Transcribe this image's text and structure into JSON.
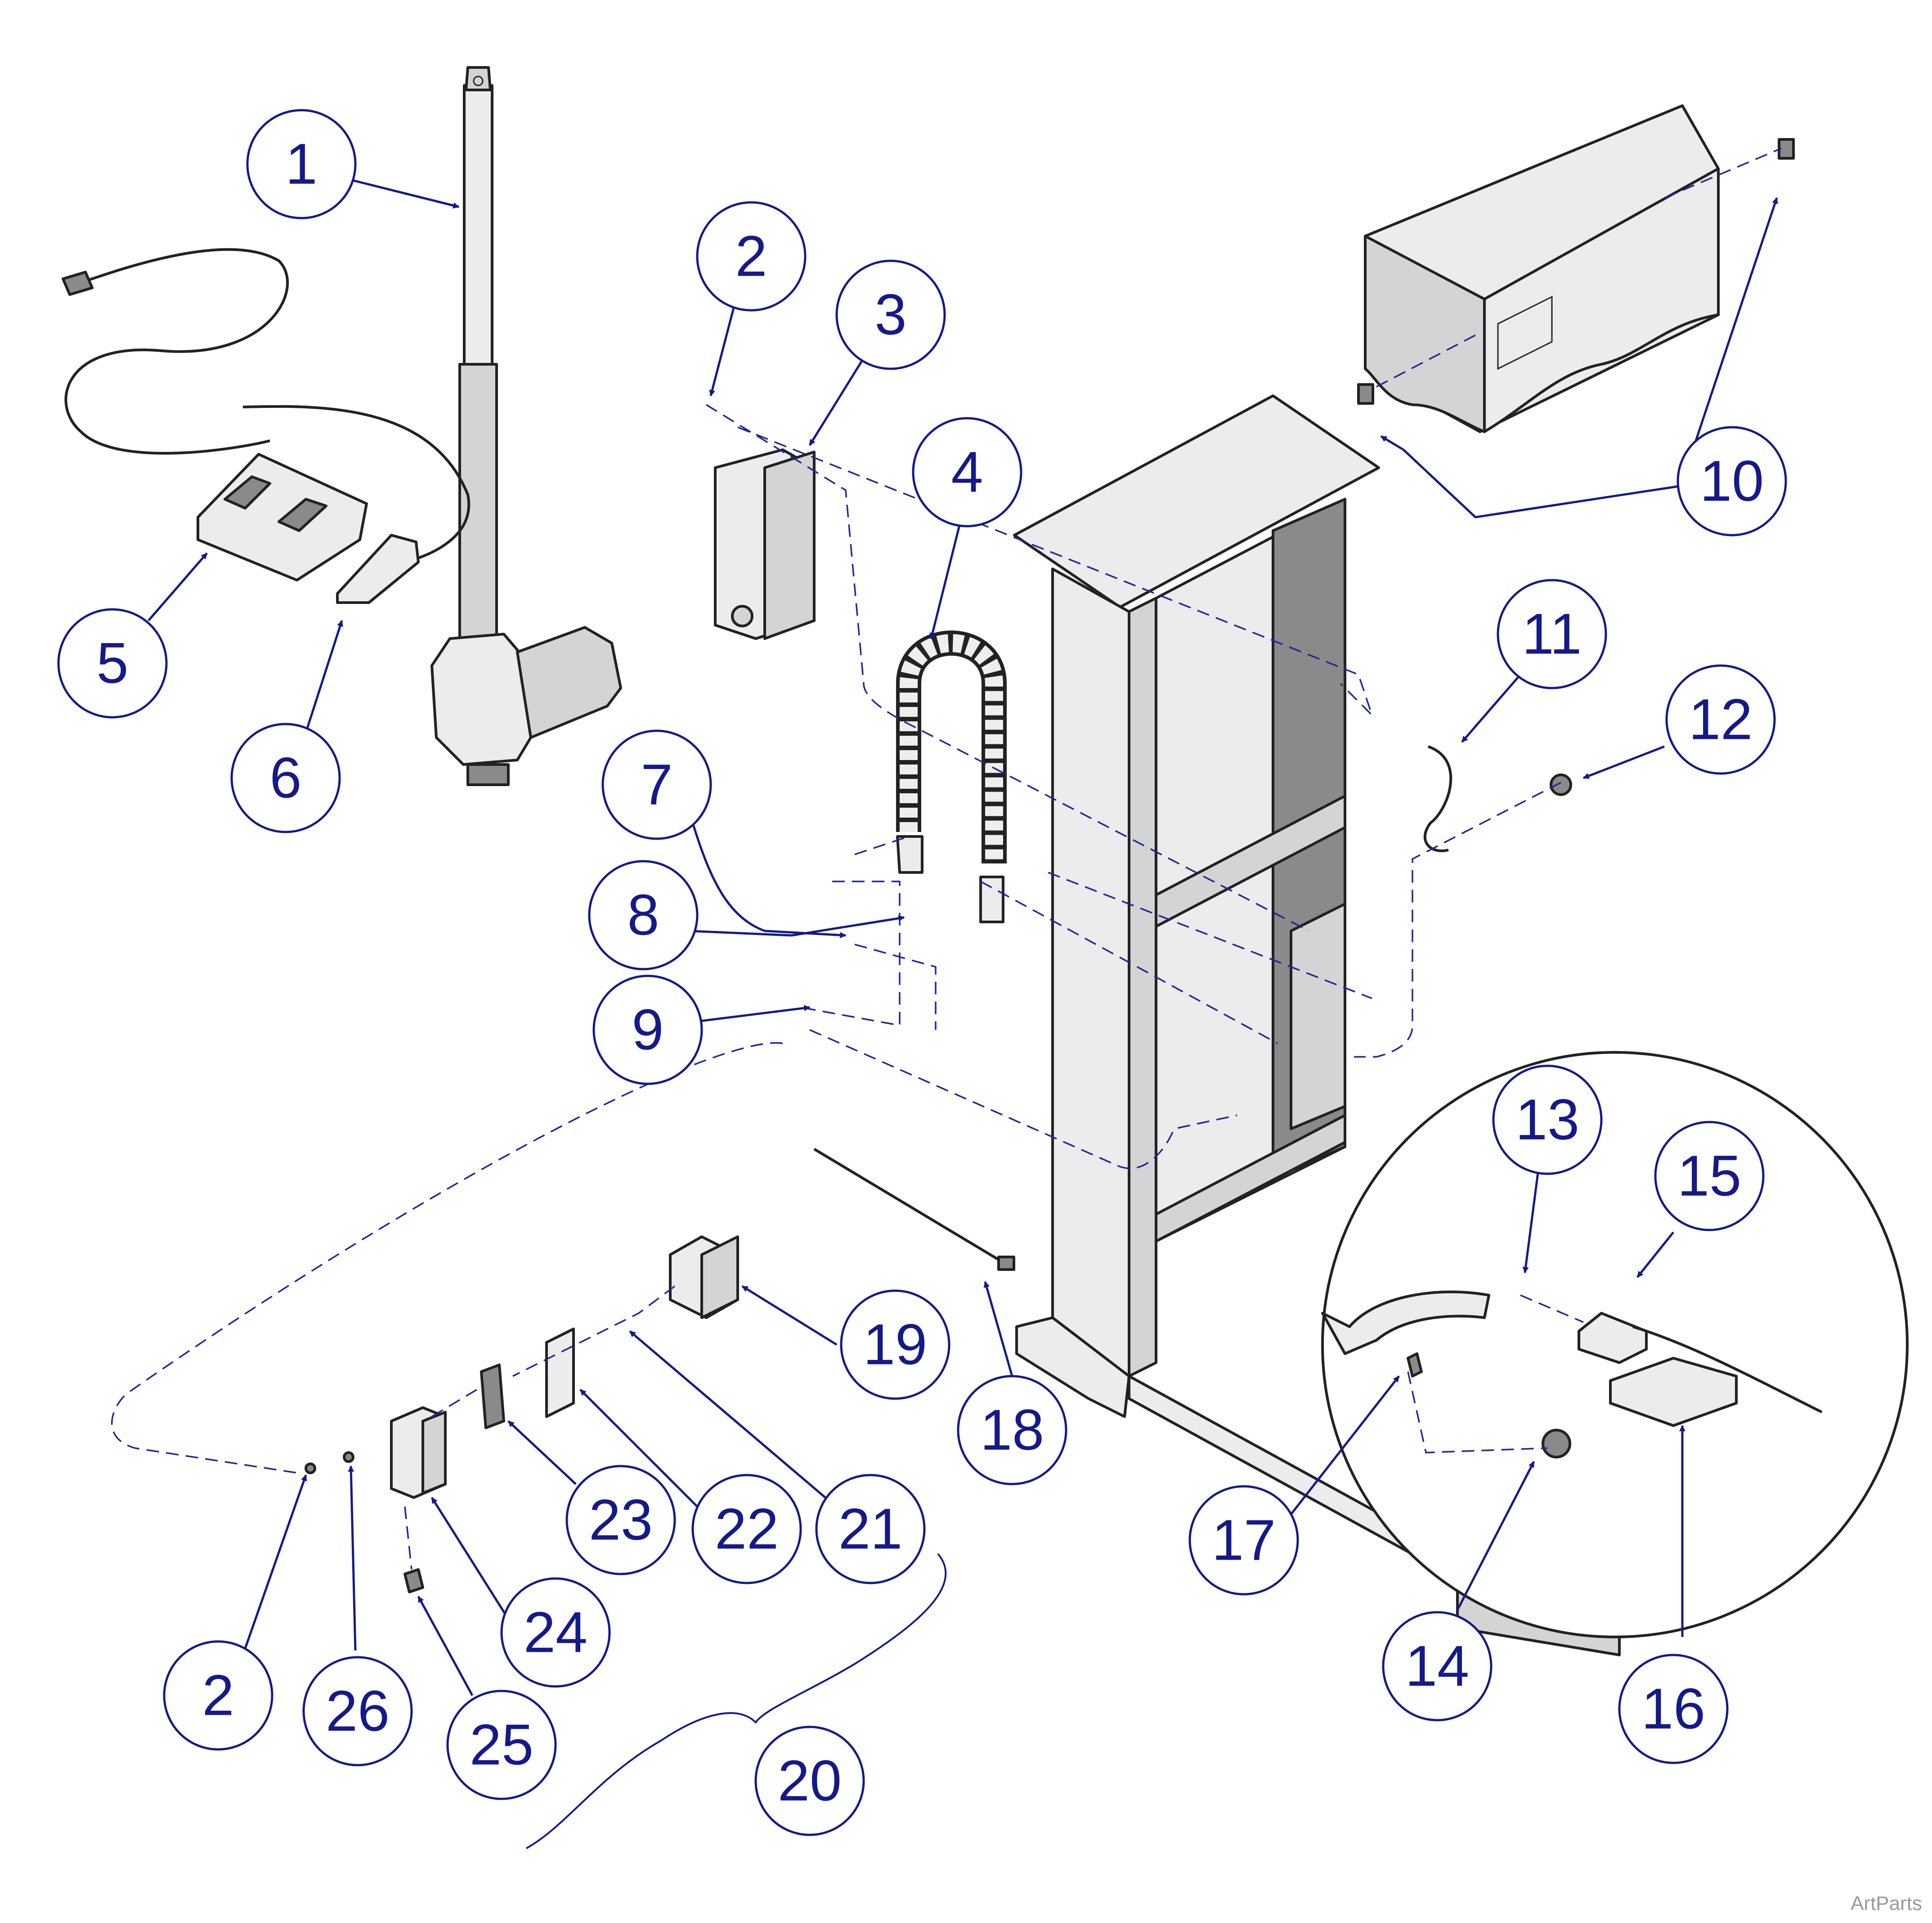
{
  "callouts": [
    "1",
    "2",
    "3",
    "4",
    "5",
    "6",
    "7",
    "8",
    "9",
    "10",
    "11",
    "12",
    "13",
    "14",
    "15",
    "16",
    "17",
    "18",
    "19",
    "20",
    "21",
    "22",
    "23",
    "24",
    "25",
    "26",
    "2"
  ],
  "watermark": "ArtParts",
  "colors": {
    "callout": "#141a8a",
    "line_art": "#222222",
    "watermark": "#9a9a9a"
  }
}
